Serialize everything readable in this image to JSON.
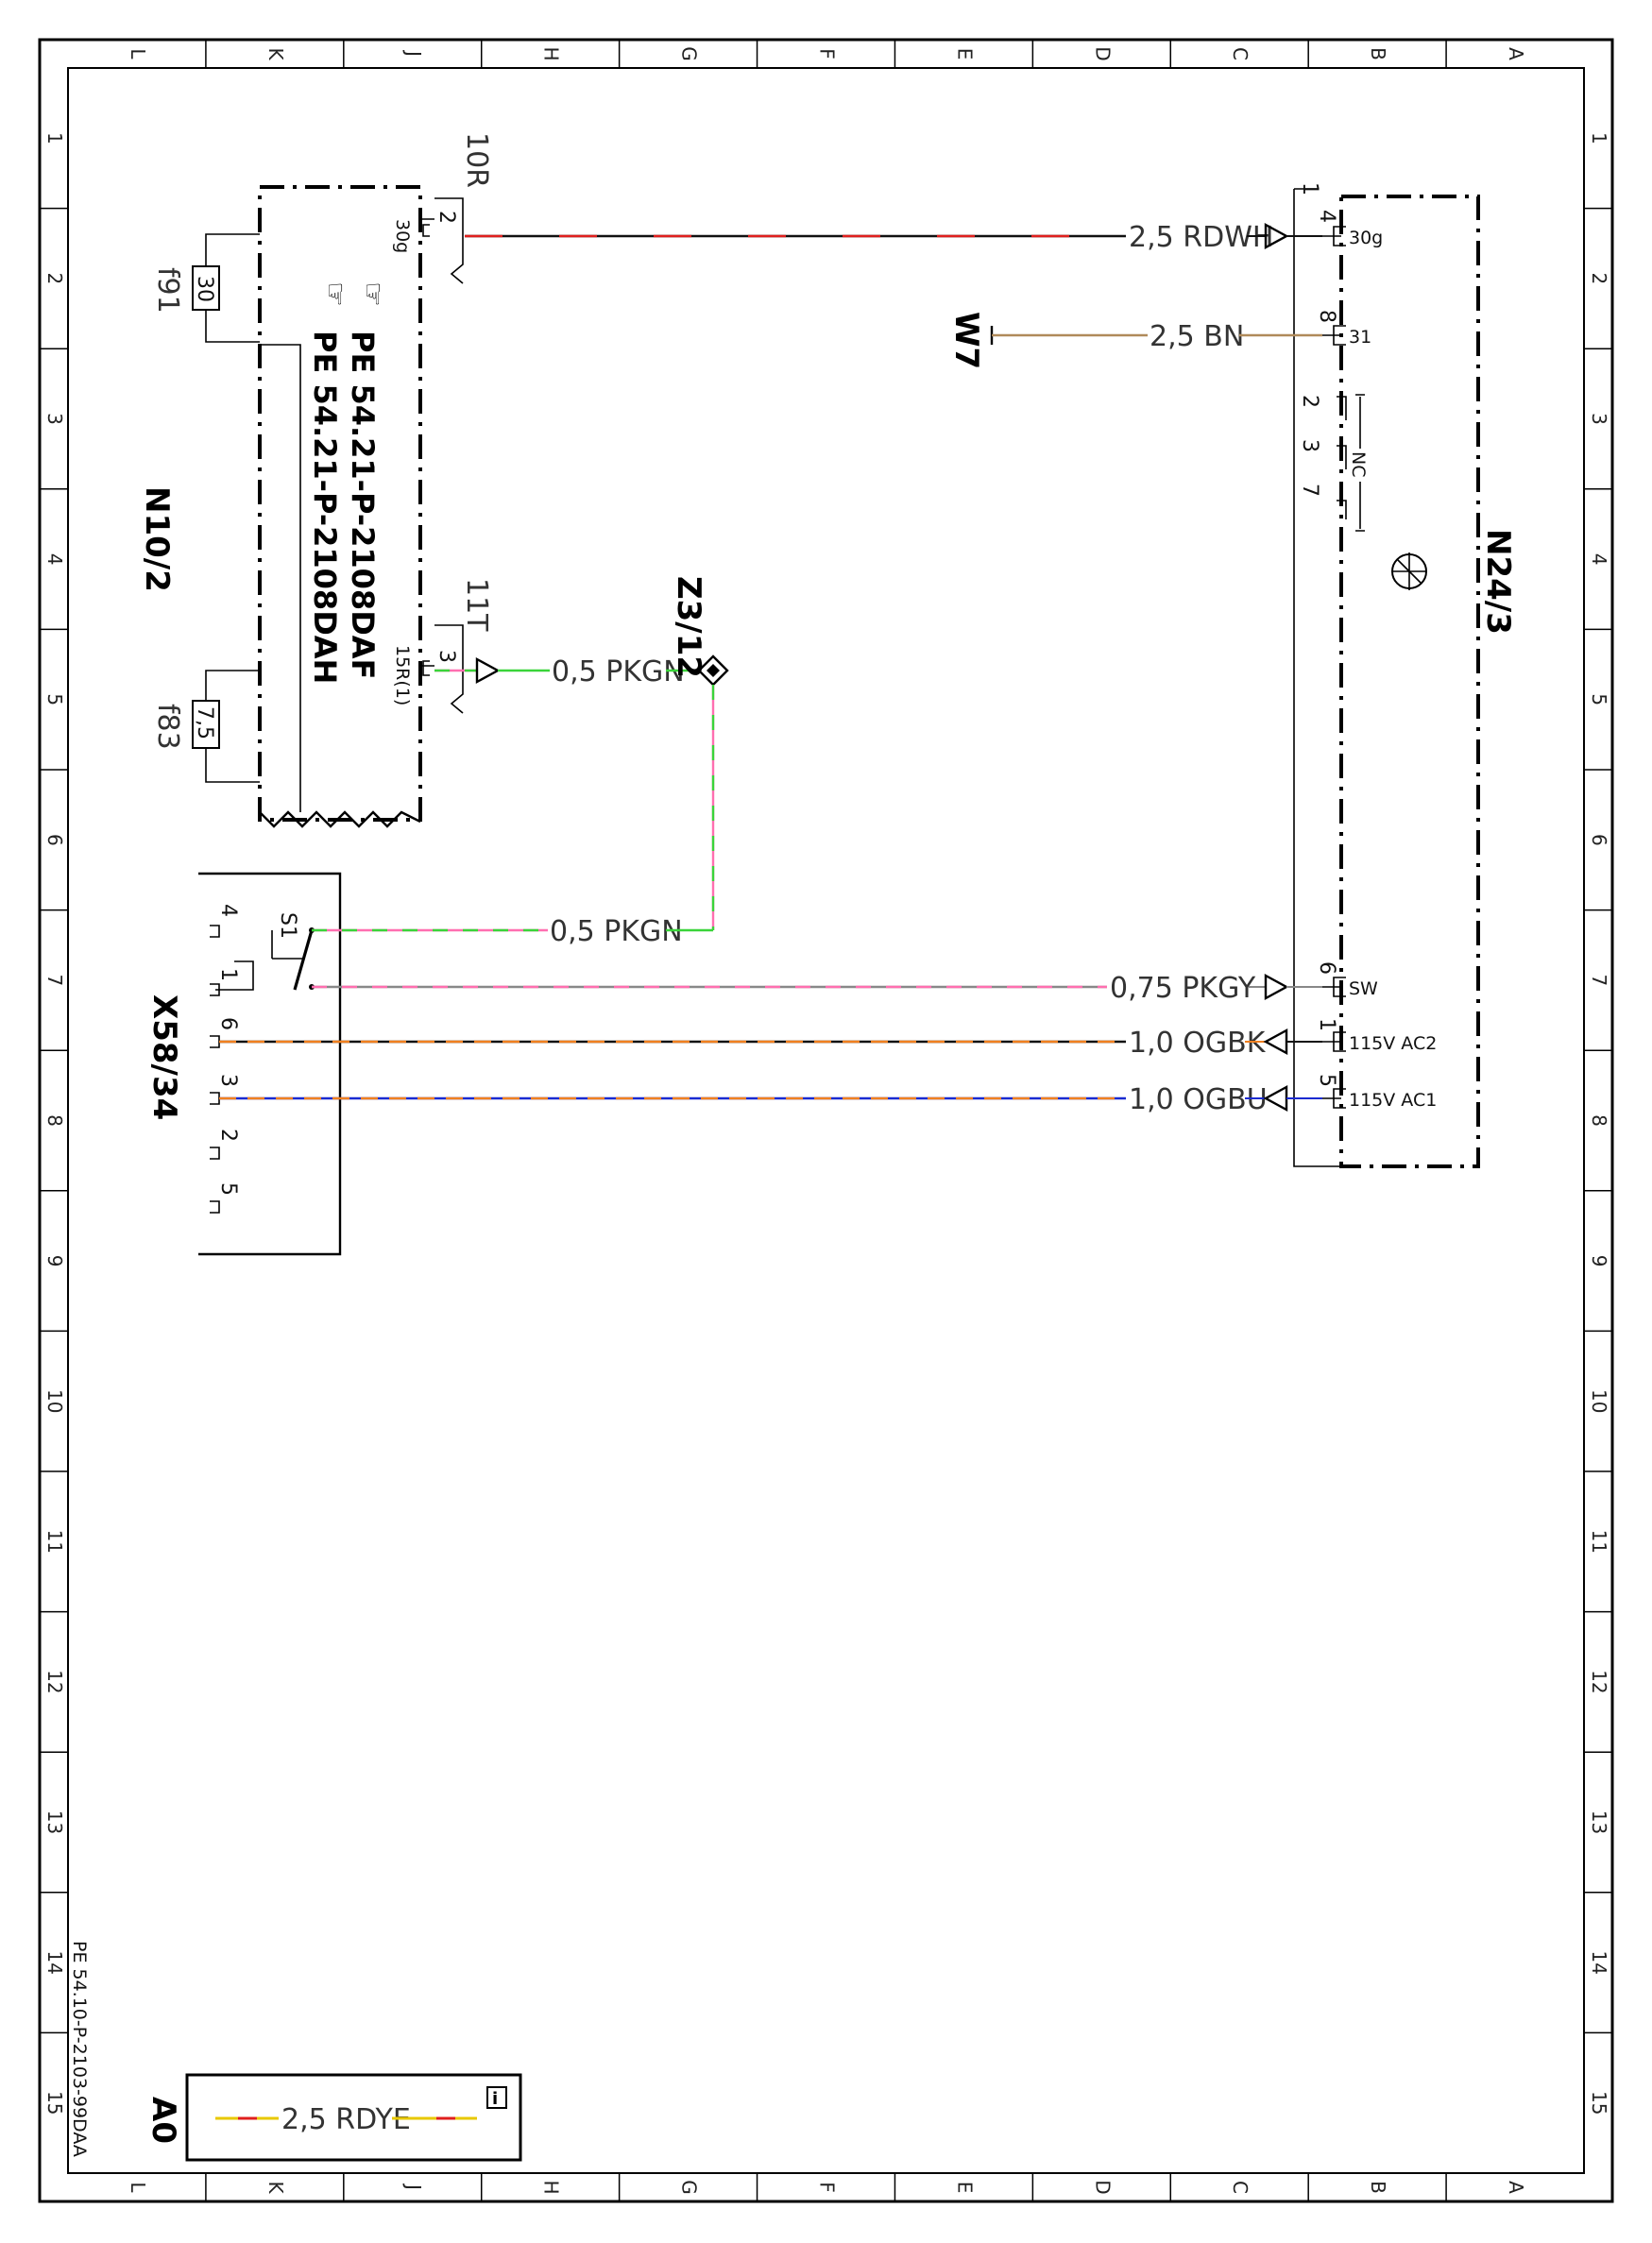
{
  "grid": {
    "columns": [
      "L",
      "K",
      "J",
      "H",
      "G",
      "F",
      "E",
      "D",
      "C",
      "B",
      "A"
    ],
    "rows": [
      "1",
      "2",
      "3",
      "4",
      "5",
      "6",
      "7",
      "8",
      "9",
      "10",
      "11",
      "12",
      "13",
      "14",
      "15"
    ]
  },
  "components": {
    "n10_2": "N10/2",
    "n24_3": "N24/3",
    "x58_34": "X58/34",
    "z3_12": "Z3/12",
    "w7": "W7",
    "f91": "f91",
    "f83": "f83",
    "a0": "A0",
    "s1": "S1"
  },
  "fuses": {
    "f91_rating": "30",
    "f83_rating": "7,5"
  },
  "relays": {
    "r10": "10R",
    "r11": "11T"
  },
  "references": {
    "pe1": "PE 54.21-P-2108DAF",
    "pe2": "PE 54.21-P-2108DAH",
    "sheet_ref": "PE 54.10-P-2103-99DAA"
  },
  "wires": {
    "rdwh": "2,5 RDWH",
    "bn": "2,5 BN",
    "pkgn_top": "0,5 PKGN",
    "pkgn_bottom": "0,5 PKGN",
    "pkgy": "0,75 PKGY",
    "ogbk": "1,0 OGBK",
    "ogbu": "1,0 OGBU",
    "rdye": "2,5 RDYE"
  },
  "pins": {
    "n10_p2": "2",
    "n10_30g": "30g",
    "n10_p3": "3",
    "n10_15r": "15R(1)",
    "n24_p1": "1",
    "n24_p4": "4",
    "n24_30g": "30g",
    "n24_p8": "8",
    "n24_31": "31",
    "n24_p2": "2",
    "n24_p3": "3",
    "n24_p7": "7",
    "n24_nc": "NC",
    "n24_p6": "6",
    "n24_sw": "SW",
    "n24_p1b": "1",
    "n24_ac2": "115V AC2",
    "n24_p5": "5",
    "n24_ac1": "115V AC1",
    "x58_p4": "4",
    "x58_p1": "1",
    "x58_p6": "6",
    "x58_p3": "3",
    "x58_p2": "2",
    "x58_p5": "5"
  },
  "info_icon": "i"
}
